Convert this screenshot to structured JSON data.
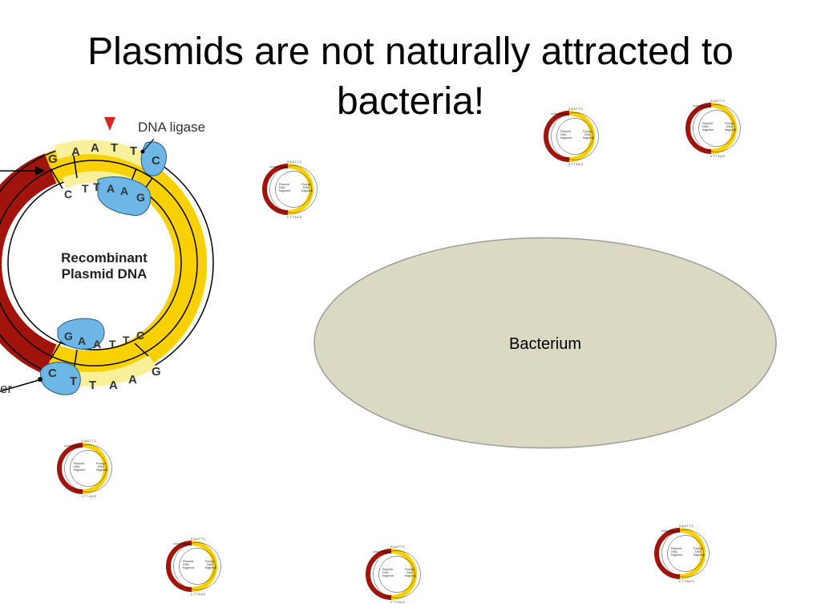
{
  "slide": {
    "title_line1": "Plasmids are not naturally attracted to",
    "title_line2": "bacteria!"
  },
  "diagram": {
    "enzyme_label": "DNA ligase",
    "center_label_line1": "Recombinant",
    "center_label_line2": "Plasmid DNA",
    "partial_label_left": "er",
    "top_outer_bases": [
      "G",
      "A",
      "A",
      "T",
      "T",
      "C"
    ],
    "top_inner_bases": [
      "C",
      "T",
      "T",
      "A",
      "A",
      "G"
    ],
    "bottom_inner_bases": [
      "G",
      "A",
      "A",
      "T",
      "T",
      "C"
    ],
    "bottom_outer_bases": [
      "C",
      "T",
      "T",
      "A",
      "A",
      "G"
    ],
    "mini_label_plasmid": [
      "Plasmid",
      "DNA",
      "fragment"
    ],
    "mini_label_foreign": [
      "Foreign",
      "DNA",
      "fragment"
    ],
    "mini_bases_top": "GAATTC",
    "mini_bases_bottom": "CTTAAG"
  },
  "bacterium": {
    "label": "Bacterium"
  },
  "colors": {
    "plasmid_red": "#a0140c",
    "foreign_yellow": "#f9d000",
    "ligase_blue": "#6cb7e6",
    "marker_red": "#d8261e",
    "bacterium_fill": "#dcd9c3",
    "bacterium_stroke": "#9c9c9c"
  }
}
